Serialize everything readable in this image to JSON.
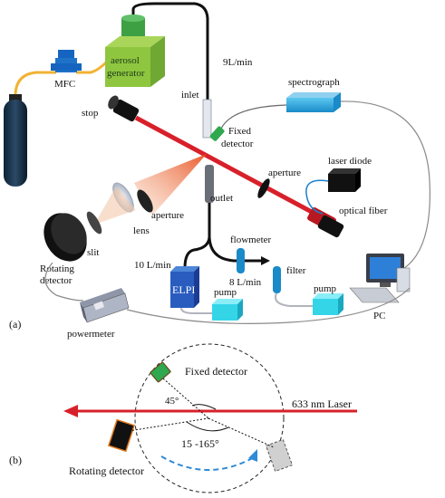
{
  "labels": {
    "aerosol_generator_line1": "aerosol",
    "aerosol_generator_line2": "generator",
    "mfc": "MFC",
    "flow_9": "9L/min",
    "inlet": "inlet",
    "stop": "stop",
    "spectrograph": "spectrograph",
    "fixed_detector_line1": "Fixed",
    "fixed_detector_line2": "detector",
    "laser_diode": "laser diode",
    "aperture_right": "aperture",
    "outlet": "outlet",
    "optical_fiber": "optical fiber",
    "aperture_left": "aperture",
    "lens": "lens",
    "slit": "slit",
    "flowmeter": "flowmeter",
    "rotating_detector_line1": "Rotating",
    "rotating_detector_line2": "detector",
    "flow_10": "10 L/min",
    "flow_8": "8 L/min",
    "filter": "filter",
    "elpi": "ELPI",
    "pump_left": "pump",
    "pump_right": "pump",
    "pc": "PC",
    "powermeter": "powermeter",
    "panel_a": "(a)",
    "panel_b": "(b)",
    "b_fixed_detector": "Fixed detector",
    "b_angle_45": "45°",
    "b_laser": "633 nm Laser",
    "b_angle_range": "15 -165°",
    "b_rotating_detector": "Rotating detector"
  },
  "colors": {
    "laser_red": "#d8202a",
    "device_blue": "#1aa0d8",
    "generator_green": "#8fc63f",
    "mfc_blue": "#1565c0",
    "fiber_blue": "#1a7fd0",
    "tube_yellow": "#f2b233",
    "cyan_pump": "#35d5e8",
    "detector_green": "#2fa84f",
    "rotating_orange": "#e07a1f",
    "arc_dash_blue": "#2f8ad8"
  },
  "icons": [
    "gas-cylinder-icon",
    "mfc-valve-icon",
    "computer-icon",
    "powermeter-icon"
  ]
}
